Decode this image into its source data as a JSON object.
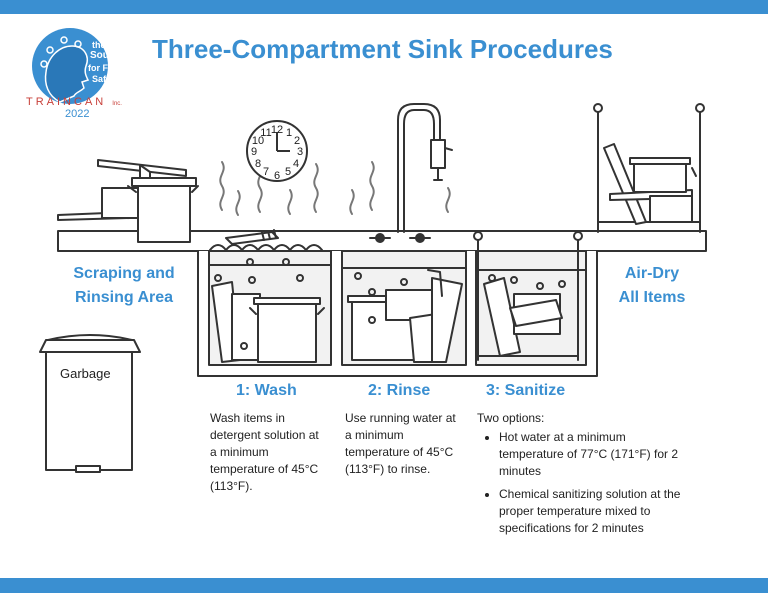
{
  "title": "Three-Compartment Sink Procedures",
  "brand": {
    "logo_words": [
      "the",
      "Source",
      "for Food",
      "Safety"
    ],
    "name": "TRAINCAN",
    "suffix": "Inc.",
    "year": "2022"
  },
  "clock_numbers": [
    "12",
    "1",
    "2",
    "3",
    "4",
    "5",
    "6",
    "7",
    "8",
    "9",
    "10",
    "11"
  ],
  "areas": {
    "scraping": [
      "Scraping and",
      "Rinsing Area"
    ],
    "airdry": [
      "Air-Dry",
      "All Items"
    ]
  },
  "garbage": "Garbage",
  "steps": [
    {
      "title": "1: Wash",
      "text": "Wash items in detergent solution at a minimum temperature of 45°C (113°F)."
    },
    {
      "title": "2: Rinse",
      "text": "Use running water at a minimum temperature of 45°C (113°F) to rinse."
    },
    {
      "title": "3: Sanitize",
      "intro": "Two options:",
      "options": [
        "Hot water at a minimum temperature of 77°C (171°F) for 2 minutes",
        "Chemical sanitizing solution at the proper temperature mixed to specifications for 2 minutes"
      ]
    }
  ],
  "colors": {
    "accent": "#3a8fd1",
    "brand_red": "#c8403a",
    "line": "#333333"
  }
}
